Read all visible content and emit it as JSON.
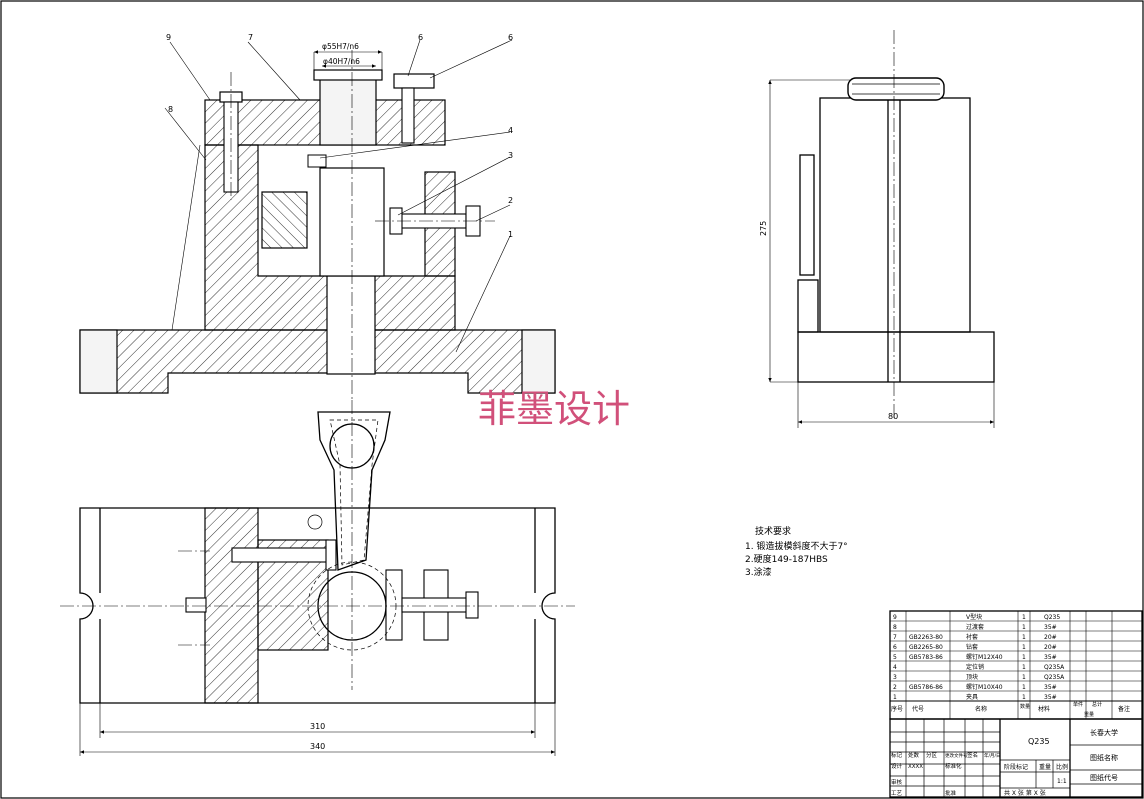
{
  "watermark": "菲墨设计",
  "dimensions": {
    "d_outer_fit": "φ55H7/n6",
    "d_inner_fit": "φ40H7/n6",
    "height_275": "275",
    "width_80": "80",
    "width_310": "310",
    "width_340": "340"
  },
  "part_balloons": [
    "1",
    "2",
    "3",
    "4",
    "6",
    "6",
    "7",
    "8",
    "9"
  ],
  "technical_requirements": {
    "title": "技术要求",
    "items": [
      "1. 锻造拔模斜度不大于7°",
      "2.硬度149-187HBS",
      "3.涂漆"
    ]
  },
  "bom": {
    "rows": [
      {
        "no": "9",
        "code": "",
        "name": "V型块",
        "qty": "1",
        "material": "Q235"
      },
      {
        "no": "8",
        "code": "",
        "name": "过渡套",
        "qty": "1",
        "material": "35#"
      },
      {
        "no": "7",
        "code": "GB2263-80",
        "name": "衬套",
        "qty": "1",
        "material": "20#"
      },
      {
        "no": "6",
        "code": "GB2265-80",
        "name": "钻套",
        "qty": "1",
        "material": "20#"
      },
      {
        "no": "5",
        "code": "GB5783-86",
        "name": "螺钉M12X40",
        "qty": "1",
        "material": "35#"
      },
      {
        "no": "4",
        "code": "",
        "name": "定位销",
        "qty": "1",
        "material": "Q235A"
      },
      {
        "no": "3",
        "code": "",
        "name": "顶块",
        "qty": "1",
        "material": "Q235A"
      },
      {
        "no": "2",
        "code": "GB5786-86",
        "name": "螺钉M10X40",
        "qty": "1",
        "material": "35#"
      },
      {
        "no": "1",
        "code": "",
        "name": "夹具",
        "qty": "1",
        "material": "35#"
      }
    ],
    "header": {
      "no": "序号",
      "code": "代号",
      "name": "名称",
      "qty": "数量",
      "material": "材料",
      "unit_weight": "单件",
      "total_weight": "总计",
      "weight": "重量",
      "remark": "备注"
    }
  },
  "title_block": {
    "material": "Q235",
    "school": "长春大学",
    "drawing_name": "图纸名称",
    "drawing_code": "图纸代号",
    "stage_mark": "阶段标记",
    "weight": "重量",
    "scale_label": "比例",
    "scale_value": "1:1",
    "sheet_info": "共 X 张 第 X 张",
    "row_labels": [
      "标记",
      "处数",
      "分区",
      "更改文件号",
      "签名",
      "年/月/日"
    ],
    "designer_label": "设计",
    "designer_value": "XXXX",
    "standardization": "标准化",
    "review": "审核",
    "process": "工艺",
    "approve": "批准"
  }
}
